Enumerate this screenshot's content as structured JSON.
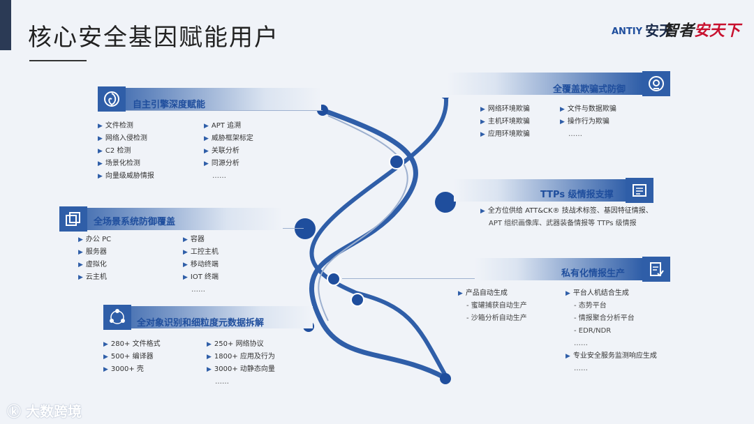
{
  "slide": {
    "title": "核心安全基因赋能用户",
    "brand": "安天",
    "brand_logo": "ANTIY",
    "slogan_a": "智者",
    "slogan_b": "安天下",
    "watermark": "大数跨境"
  },
  "sections": {
    "engine": {
      "title": "自主引擎深度赋能",
      "col1": [
        "文件检测",
        "网络入侵检测",
        "C2 检测",
        "场景化检测",
        "向量级威胁情报"
      ],
      "col2": [
        "APT 追溯",
        "威胁框架标定",
        "关联分析",
        "同源分析"
      ],
      "more": "……"
    },
    "scenario": {
      "title": "全场景系统防御覆盖",
      "col1": [
        "办公 PC",
        "服务器",
        "虚拟化",
        "云主机"
      ],
      "col2": [
        "容器",
        "工控主机",
        "移动终端",
        "IOT 终端"
      ],
      "more": "……"
    },
    "object": {
      "title": "全对象识别和细粒度元数据拆解",
      "col1": [
        "280+ 文件格式",
        "500+ 编译器",
        "3000+ 壳"
      ],
      "col2": [
        "250+ 网络协议",
        "1800+ 应用及行为",
        "3000+ 动静态向量"
      ],
      "more": "……"
    },
    "deception": {
      "title": "全覆盖欺骗式防御",
      "col1": [
        "网络环境欺骗",
        "主机环境欺骗",
        "应用环境欺骗"
      ],
      "col2": [
        "文件与数据欺骗",
        "操作行为欺骗"
      ],
      "more": "……"
    },
    "ttps": {
      "title": "TTPs 级情报支撑",
      "line1": "全方位供给 ATT&CK® 技战术标签、基因特征情报、",
      "line2": "APT 组织画像库、武器装备情报等 TTPs 级情报"
    },
    "private": {
      "title": "私有化情报生产",
      "col1_head": "产品自动生成",
      "col1_subs": [
        "- 蜜罐捕获自动生产",
        "- 沙箱分析自动生产"
      ],
      "col2_head": "平台人机结合生成",
      "col2_subs": [
        "- 态势平台",
        "- 情报聚合分析平台",
        "- EDR/NDR"
      ],
      "col2_more": "……",
      "col2_head2": "专业安全服务监测响应生成",
      "col2_more2": "……"
    }
  },
  "colors": {
    "accent": "#2f5ea8",
    "node": "#1f4e9d",
    "background": "#f0f3f8"
  }
}
